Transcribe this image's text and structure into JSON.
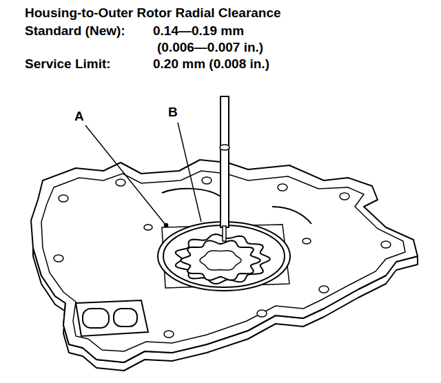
{
  "diagram": {
    "title": "Housing-to-Outer Rotor Radial Clearance",
    "labels": [
      "Standard (New):",
      "0.14—0.19 mm",
      "(0.006—0.007 in.)",
      "Service Limit:",
      "0.20 mm (0.008 in.)",
      "A",
      "B"
    ]
  }
}
